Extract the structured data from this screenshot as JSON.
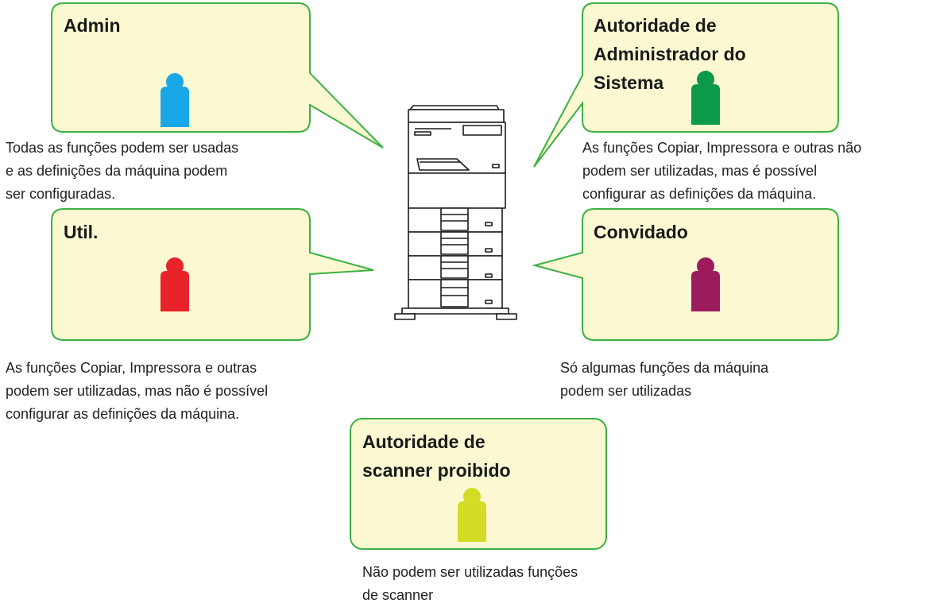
{
  "roles": [
    {
      "id": "admin",
      "title": "Admin",
      "person_color": "#1aa7e8",
      "description": "Todas as funções podem ser usadas\ne as definições da máquina podem\nser configuradas."
    },
    {
      "id": "sysadmin",
      "title": "Autoridade de\nAdministrador do\nSistema",
      "person_color": "#0c9a4a",
      "description": "As funções Copiar, Impressora e outras não\npodem ser utilizadas, mas é possível\nconfigurar as definições da máquina."
    },
    {
      "id": "util",
      "title": "Util.",
      "person_color": "#e8232a",
      "description": "As funções Copiar, Impressora e outras\npodem ser utilizadas, mas não é possível\nconfigurar as definições da máquina."
    },
    {
      "id": "guest",
      "title": "Convidado",
      "person_color": "#9c1a5e",
      "description": "Só algumas funções da máquina\npodem ser utilizadas"
    },
    {
      "id": "scanner",
      "title": "Autoridade de\nscanner proibido",
      "person_color": "#d4dc25",
      "description": "Não podem ser utilizadas funções\nde scanner"
    }
  ],
  "colors": {
    "bubble_fill": "#fcf9d2",
    "bubble_stroke": "#3cb043"
  },
  "icons": {
    "device": "multifunction-printer-icon",
    "user": "person-icon"
  }
}
